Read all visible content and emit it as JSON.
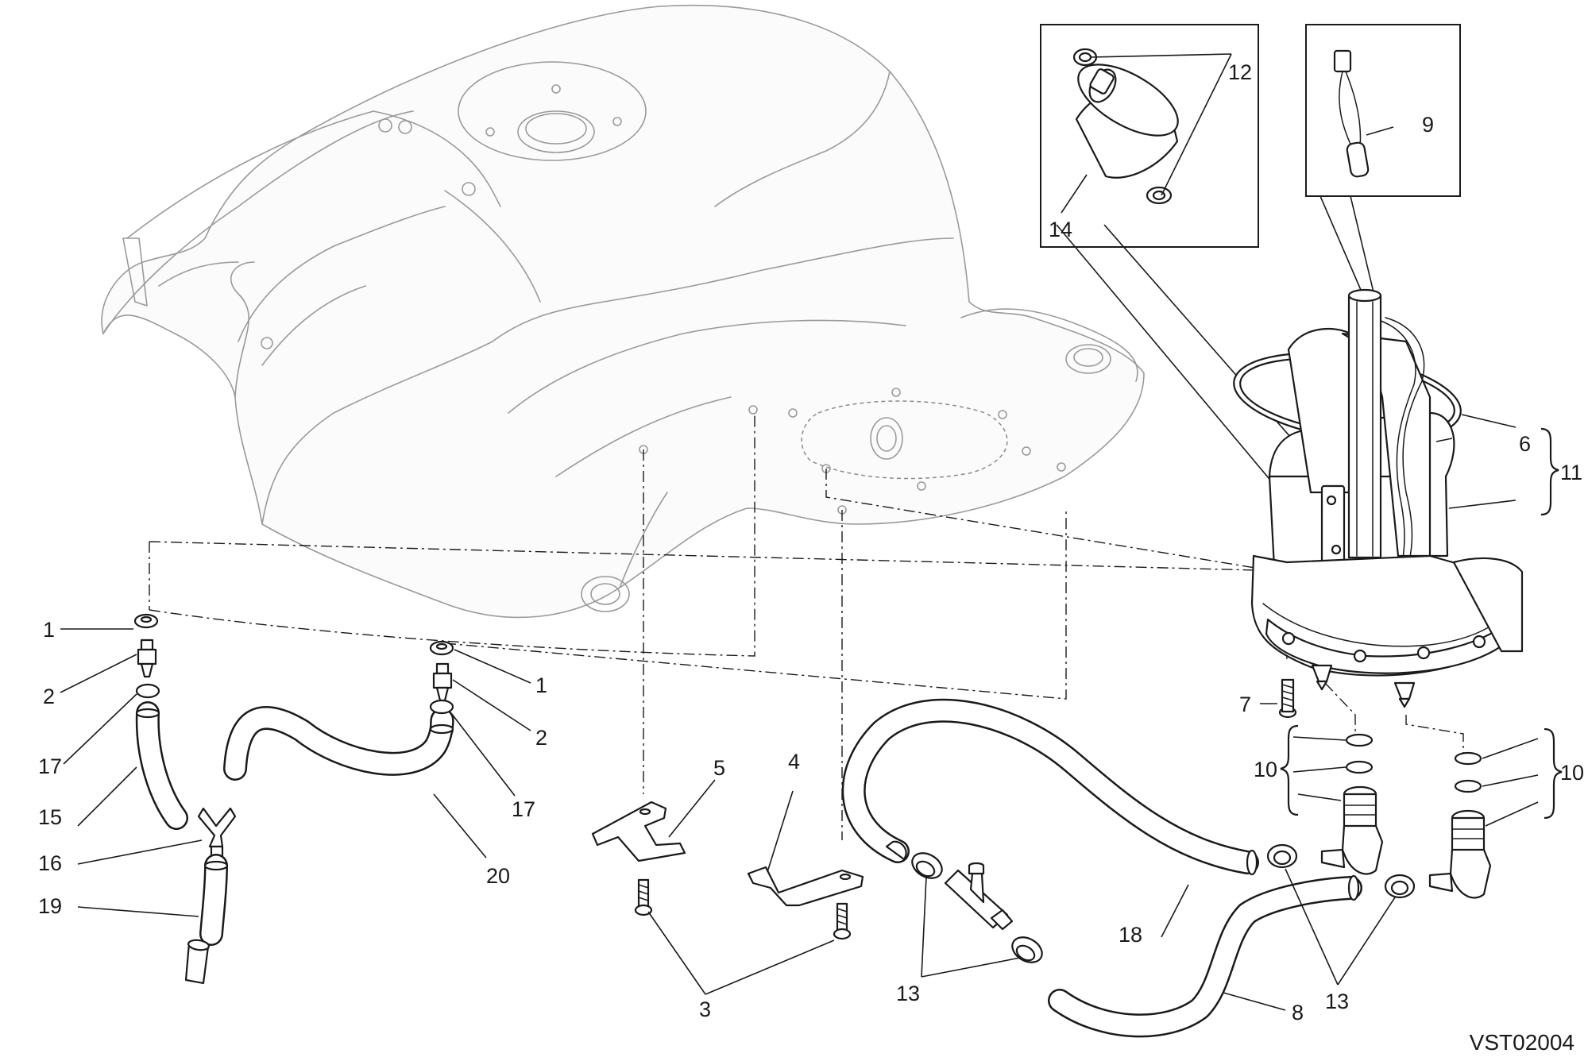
{
  "drawing_code": "VST02004",
  "callouts": {
    "c1a": "1",
    "c1b": "1",
    "c2a": "2",
    "c2b": "2",
    "c3": "3",
    "c4": "4",
    "c5": "5",
    "c6": "6",
    "c7": "7",
    "c8": "8",
    "c9": "9",
    "c10a": "10",
    "c10b": "10",
    "c11": "11",
    "c12": "12",
    "c13a": "13",
    "c13b": "13",
    "c14": "14",
    "c15": "15",
    "c16": "16",
    "c17a": "17",
    "c17b": "17",
    "c18": "18",
    "c19": "19",
    "c20": "20"
  }
}
